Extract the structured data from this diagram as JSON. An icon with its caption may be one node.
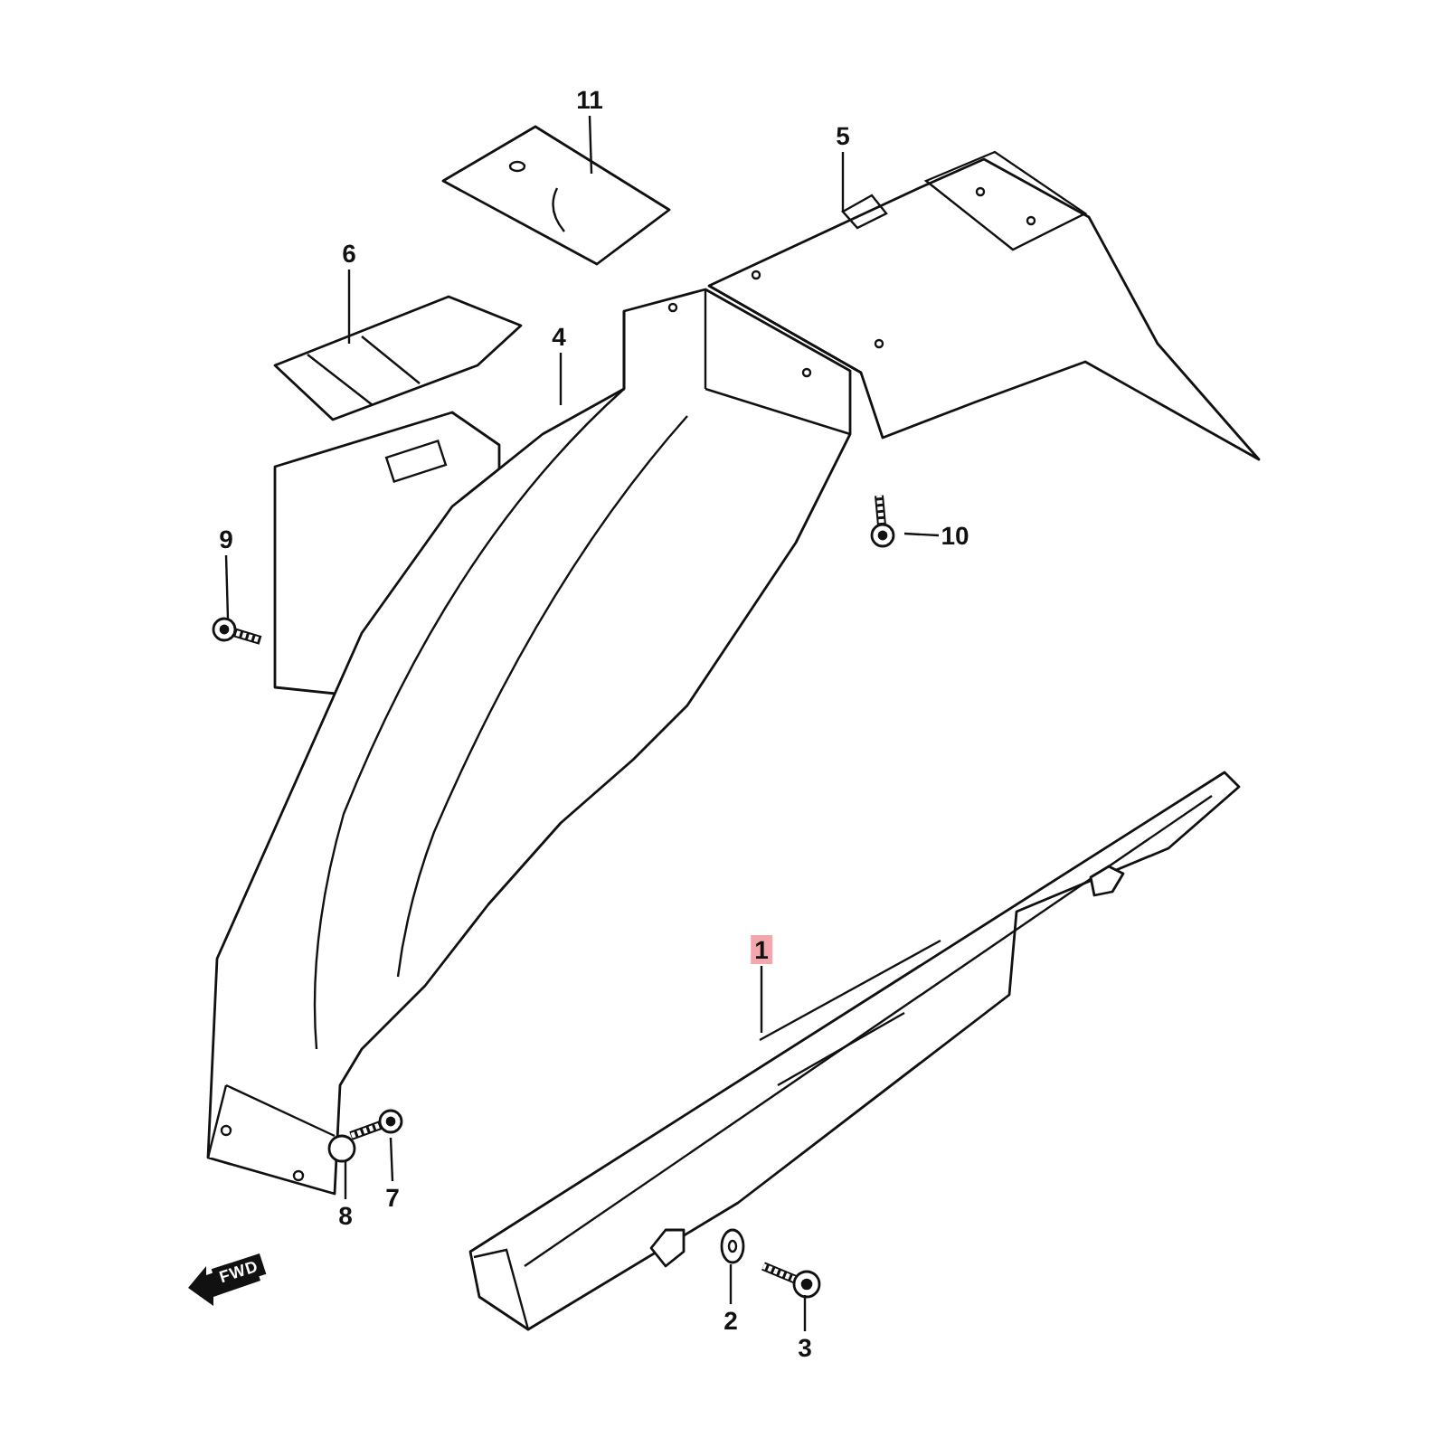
{
  "diagram": {
    "nodes": [
      {
        "text": [
          "11"
        ]
      },
      {
        "text": [
          "5"
        ]
      },
      {
        "text": [
          "6"
        ]
      },
      {
        "text": [
          "4"
        ]
      },
      {
        "text": [
          "9"
        ]
      },
      {
        "text": [
          "10"
        ]
      },
      {
        "text": [
          "1"
        ]
      },
      {
        "text": [
          "8"
        ]
      },
      {
        "text": [
          "7"
        ]
      },
      {
        "text": [
          "2"
        ]
      },
      {
        "text": [
          "3"
        ]
      },
      {
        "text": [],
        "shape": "picture"
      },
      {
        "text": [],
        "shape": "picture"
      },
      {
        "text": [],
        "shape": "picture"
      },
      {
        "text": [],
        "shape": "picture"
      },
      {
        "text": [],
        "shape": "picture"
      },
      {
        "text": [],
        "shape": "picture"
      },
      {
        "text": [],
        "shape": "picture"
      },
      {
        "text": [],
        "shape": "picture"
      },
      {
        "text": [],
        "shape": "picture"
      },
      {
        "text": [],
        "shape": "picture"
      },
      {
        "text": [],
        "shape": "picture"
      }
    ],
    "edges": [
      {
        "from": 0,
        "to": 11,
        "arrow": "none"
      },
      {
        "from": 1,
        "to": 12,
        "arrow": "none"
      },
      {
        "from": 2,
        "to": 13,
        "arrow": "none"
      },
      {
        "from": 3,
        "to": 14,
        "arrow": "none"
      },
      {
        "from": 4,
        "to": 15,
        "arrow": "none"
      },
      {
        "from": 5,
        "to": 16,
        "arrow": "none"
      },
      {
        "from": 6,
        "to": 17,
        "arrow": "none"
      },
      {
        "from": 7,
        "to": 18,
        "arrow": "none"
      },
      {
        "from": 8,
        "to": 19,
        "arrow": "none"
      },
      {
        "from": 9,
        "to": 20,
        "arrow": "none"
      },
      {
        "from": 10,
        "to": 21,
        "arrow": "none"
      }
    ],
    "labels": [
      "FWD"
    ]
  }
}
